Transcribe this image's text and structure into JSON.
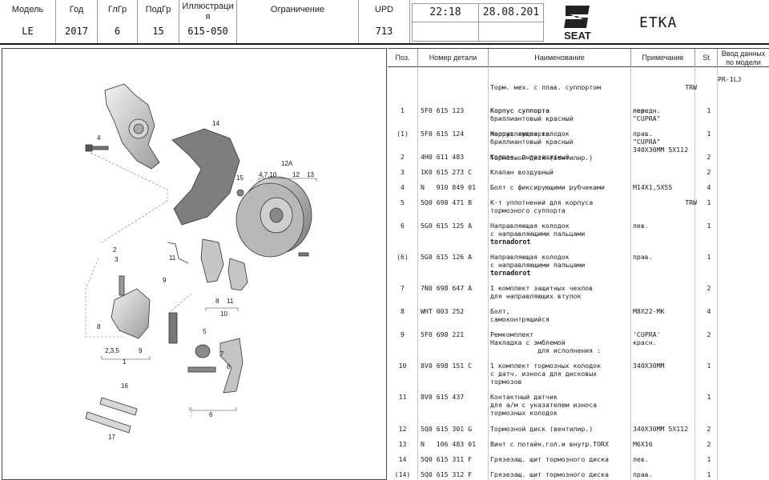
{
  "header": {
    "model_caption": "Модель",
    "model_value": "LE",
    "year_caption": "Год",
    "year_value": "2017",
    "mg_caption": "ГлГр",
    "mg_value": "6",
    "sg_caption": "ПодГр",
    "sg_value": "15",
    "illu_caption": "Иллюстрация",
    "illu_value": "615-050",
    "restriction_caption": "Ограничение",
    "restriction_value": "",
    "upd_caption": "UPD",
    "upd_value": "713",
    "time": "22:18",
    "date": "28.08.201",
    "brand": "SEAT",
    "app_name": "ETKA"
  },
  "table": {
    "headers": {
      "pos": "Поз.",
      "part_no": "Номер детали",
      "name": "Наименование",
      "note": "Примечание",
      "qty": "St",
      "input": "Ввод данных по модели"
    },
    "intro": {
      "lines": [
        "Торм. мех. с плав. суппортом",
        "Корпус суппорта",
        "Направляющая колодок",
        "Тормозной диск (вентилир.)"
      ],
      "trw": "TRW",
      "note_lines": [
        "",
        "передн.",
        "",
        "340X30MM 5X112"
      ],
      "input": "PR-1LJ"
    },
    "rows": [
      {
        "pos": "1",
        "part": "5F0 615 123",
        "name": [
          "Корпус суппорта",
          "бриллиантовый красный"
        ],
        "note": [
          "лев.",
          "\"CUPRA\""
        ],
        "qty": "1"
      },
      {
        "pos": "(1)",
        "part": "5F0 615 124",
        "name": [
          "Корпус суппорта",
          "бриллиантовый красный"
        ],
        "note": [
          "прав.",
          "\"CUPRA\""
        ],
        "qty": "1"
      },
      {
        "pos": "2",
        "part": "4H0 611 483",
        "name": [
          "Колпак, пылезащитный"
        ],
        "note": [
          ""
        ],
        "qty": "2"
      },
      {
        "pos": "3",
        "part": "1K0 615 273 C",
        "name": [
          "Клапан воздушный"
        ],
        "note": [
          ""
        ],
        "qty": "2"
      },
      {
        "pos": "4",
        "part": "N   910 849 01",
        "name": [
          "Болт с фиксирующими рубчиками"
        ],
        "note": [
          "M14X1,5X55"
        ],
        "qty": "4"
      },
      {
        "pos": "5",
        "part": "5Q0 698 471 B",
        "name": [
          "К-т уплотнений для корпуса",
          "тормозного суппорта"
        ],
        "note": [
          ""
        ],
        "qty": "1",
        "trw": "TRW"
      },
      {
        "pos": "6",
        "part": "5G0 615 125 A",
        "name": [
          "Направляющая колодок",
          "с направляющими пальцами",
          "tornadorot"
        ],
        "note": [
          "лев."
        ],
        "qty": "1",
        "bold_last": true
      },
      {
        "pos": "(6)",
        "part": "5G0 615 126 A",
        "name": [
          "Направляющая колодок",
          "с направляющими пальцами",
          "tornadorot"
        ],
        "note": [
          "прав."
        ],
        "qty": "1",
        "bold_last": true
      },
      {
        "pos": "7",
        "part": "7N0 698 647 A",
        "name": [
          "1 комплект защитных чехлов",
          "для направляющих втулок"
        ],
        "note": [
          ""
        ],
        "qty": "2"
      },
      {
        "pos": "8",
        "part": "WHT 003 252",
        "name": [
          "Болт,",
          "самоконтрящийся"
        ],
        "note": [
          "M8X22-MK"
        ],
        "qty": "4"
      },
      {
        "pos": "9",
        "part": "5F0 698 221",
        "name": [
          "Ремкомплект",
          "Накладка с эмблемой",
          "            для исполнения :"
        ],
        "note": [
          "",
          "'CUPRA'",
          "красн."
        ],
        "qty": "2"
      },
      {
        "pos": "10",
        "part": "8V0 698 151 C",
        "name": [
          "1 комплект тормозных колодок",
          "с датч. износа для дисковых",
          "тормозов"
        ],
        "note": [
          "340X30MM"
        ],
        "qty": "1"
      },
      {
        "pos": "11",
        "part": "8V0 615 437",
        "name": [
          "Контактный датчик",
          "для а/м с указателем износа",
          "тормозных колодок"
        ],
        "note": [
          ""
        ],
        "qty": "1"
      },
      {
        "pos": "12",
        "part": "5Q0 615 301 G",
        "name": [
          "Тормозной диск (вентилир.)"
        ],
        "note": [
          "340X30MM 5X112"
        ],
        "qty": "2"
      },
      {
        "pos": "13",
        "part": "N   106 483 01",
        "name": [
          "Винт с потайн.гол.и внутр.TORX"
        ],
        "note": [
          "M6X16"
        ],
        "qty": "2"
      },
      {
        "pos": "14",
        "part": "5Q0 615 311 F",
        "name": [
          "Грязезащ. щит тормозного диска"
        ],
        "note": [
          "лев."
        ],
        "qty": "1"
      },
      {
        "pos": "(14)",
        "part": "5Q0 615 312 F",
        "name": [
          "Грязезащ. щит тормозного диска"
        ],
        "note": [
          "прав."
        ],
        "qty": "1"
      }
    ]
  },
  "diagram": {
    "labels": [
      "14",
      "4",
      "15",
      "12A",
      "4,7,10",
      "12",
      "13",
      "2",
      "3",
      "11",
      "9",
      "8",
      "11",
      "10",
      "8",
      "2,3,5",
      "9",
      "1",
      "5",
      "7",
      "8",
      "6",
      "16",
      "17"
    ]
  }
}
